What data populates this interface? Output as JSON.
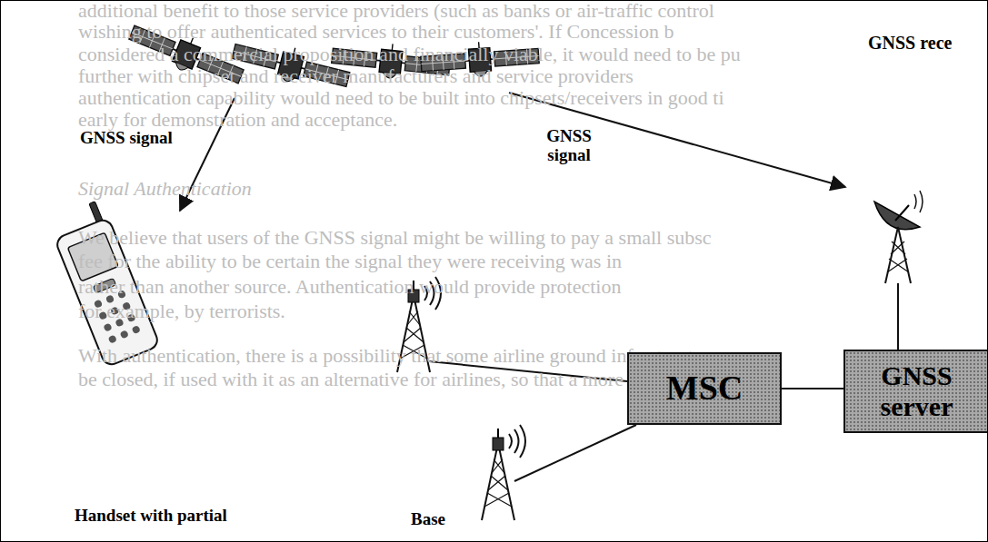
{
  "diagram": {
    "nodes": [
      {
        "text": [
          "MSC"
        ]
      },
      {
        "text": [
          "GNSS server"
        ]
      }
    ],
    "edges": [
      {
        "from": 0,
        "to": 1,
        "arrow": "none"
      }
    ],
    "labels": [
      "additional benefit to those service providers (such as banks or air-traffic control",
      "wishing to offer authenticated services to their customers'. If Concession b",
      "considered a commercial proposition and financially viable, it would need to be pu",
      "GNSS rece",
      "further with chipset and receiver manufacturers and service providers",
      "authentication capability would need to be built into chipsets/receivers in good ti",
      "early for demonstration and acceptance.",
      "GNSS signal",
      "GNSS signal",
      "Signal Authentication",
      "We believe that users of the GNSS signal might be willing to pay a small subsc",
      "fee for the ability to be certain the signal they were receiving was in",
      "rather than another source. Authentication would provide protection",
      "for example, by terrorists.",
      "With authentication, there is a possibility that some airline ground infrastructure co",
      "be closed, if used with it as an alternative for airlines, so that a more sign",
      "Handset with partial",
      "Base"
    ]
  }
}
